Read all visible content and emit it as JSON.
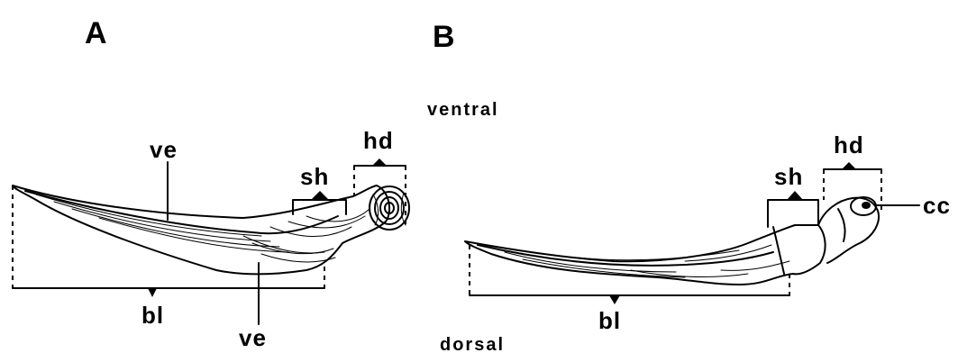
{
  "panels": {
    "a_label": "A",
    "b_label": "B"
  },
  "orientation": {
    "top": "ventral",
    "bottom": "dorsal"
  },
  "panel_a": {
    "ve_top": "ve",
    "ve_bottom": "ve",
    "sh": "sh",
    "hd": "hd",
    "bl": "bl"
  },
  "panel_b": {
    "sh": "sh",
    "hd": "hd",
    "bl": "bl",
    "cc": "cc"
  }
}
